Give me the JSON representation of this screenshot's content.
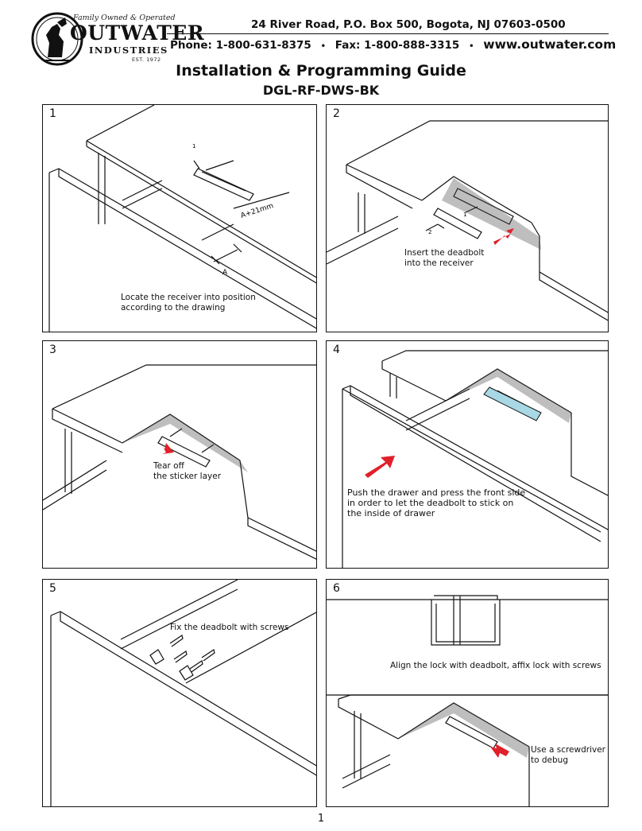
{
  "header": {
    "logo": {
      "tagline": "Family Owned & Operated",
      "name": "OUTWATER",
      "subname": "INDUSTRIES",
      "est": "EST. 1972"
    },
    "address": "24 River Road, P.O. Box 500, Bogota, NJ 07603-0500",
    "phone": "Phone: 1-800-631-8375",
    "fax": "Fax: 1-800-888-3315",
    "website": "www.outwater.com",
    "separator": "•"
  },
  "title": "Installation & Programming Guide",
  "model": "DGL-RF-DWS-BK",
  "steps": [
    {
      "number": "1",
      "caption_lines": [
        "Locate the receiver into position",
        "according to the drawing"
      ],
      "callouts": [
        "1",
        "A+21mm",
        "A"
      ]
    },
    {
      "number": "2",
      "caption_lines": [
        "Insert the deadbolt",
        "into the receiver"
      ],
      "callouts": [
        "1",
        "2"
      ]
    },
    {
      "number": "3",
      "caption_lines": [
        "Tear off",
        "the sticker layer"
      ]
    },
    {
      "number": "4",
      "caption_lines": [
        "Push the drawer and press the front side",
        "in order to let the deadbolt to stick on",
        "the inside of drawer"
      ]
    },
    {
      "number": "5",
      "caption_lines": [
        "Fix the deadbolt with screws"
      ]
    },
    {
      "number": "6",
      "caption_lines": [
        "Align the lock with deadbolt, affix lock with screws"
      ],
      "caption2_lines": [
        "Use a screwdriver",
        "to debug"
      ]
    }
  ],
  "colors": {
    "arrow": "#e0202a",
    "sticker": "#a8d8e4",
    "line": "#111111"
  },
  "page_number": "1"
}
